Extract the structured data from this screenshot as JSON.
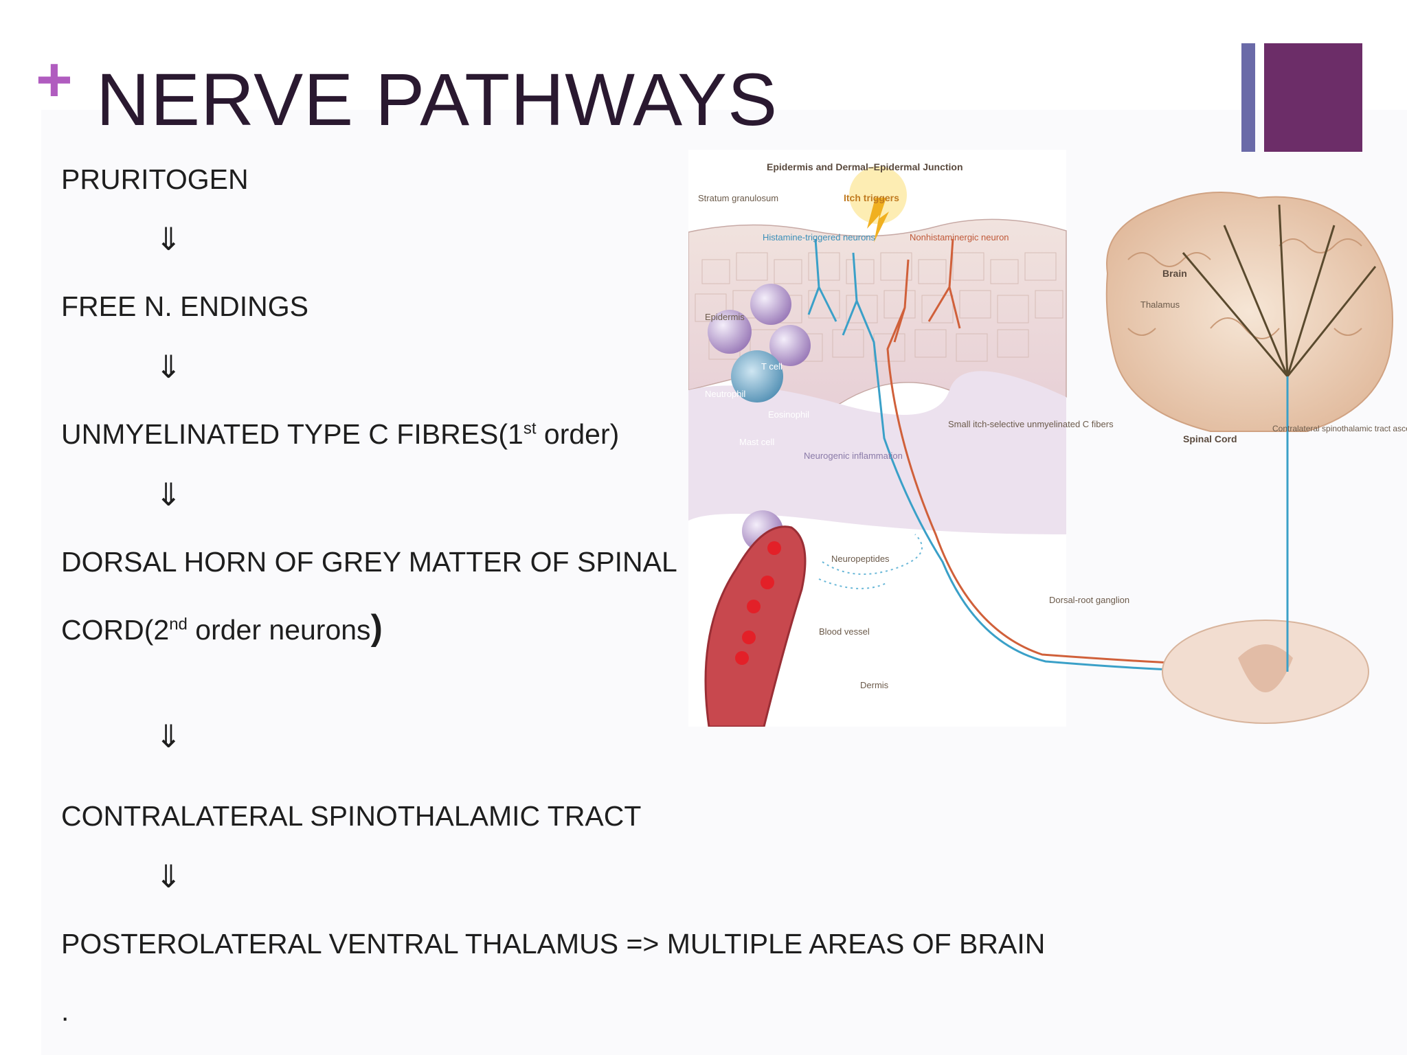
{
  "slide": {
    "title": "NERVE PATHWAYS",
    "plus_mark": "+",
    "arrow_glyph": "⇓",
    "steps": [
      {
        "text": "PRURITOGEN"
      },
      {
        "text": "FREE  N.  ENDINGS"
      },
      {
        "text": "UNMYELINATED TYPE C FIBRES(1",
        "sup": "st",
        "after": " order)"
      },
      {
        "text": "DORSAL HORN OF GREY MATTER OF SPINAL"
      },
      {
        "text": "CORD(2",
        "sup": "nd",
        "after": " order neurons",
        "close": ")"
      },
      {
        "text": "CONTRALATERAL SPINOTHALAMIC  TRACT"
      },
      {
        "text": "POSTEROLATERAL VENTRAL THALAMUS  =>  MULTIPLE AREAS OF BRAIN"
      },
      {
        "text": "."
      }
    ]
  },
  "figure": {
    "header": "Epidermis and Dermal–Epidermal Junction",
    "labels": {
      "stratum": "Stratum granulosum",
      "itch": "Itch triggers",
      "histamine": "Histamine-triggered neurons",
      "nonhistamine": "Nonhistaminergic neuron",
      "epidermis": "Epidermis",
      "tcell": "T cell",
      "neutrophil": "Neutrophil",
      "eosinophil": "Eosinophil",
      "mast": "Mast cell",
      "inflammation": "Neurogenic inflammation",
      "small_itch": "Small itch-selective unmyelinated C fibers",
      "neuropeptides": "Neuropeptides",
      "blood_vessel": "Blood vessel",
      "dermis": "Dermis",
      "drg": "Dorsal-root ganglion",
      "spinal": "Spinal Cord",
      "contralateral": "Contralateral spinothalamic tract ascends to the thalamus",
      "brain": "Brain",
      "thalamus": "Thalamus"
    }
  },
  "colors": {
    "title": "#2a1930",
    "accent_plus": "#b05cbf",
    "deco_bar": "#6a6aa8",
    "deco_square": "#6c2d68",
    "histamine_fiber": "#3aa0c8",
    "nonhistamine_fiber": "#d0603a"
  }
}
